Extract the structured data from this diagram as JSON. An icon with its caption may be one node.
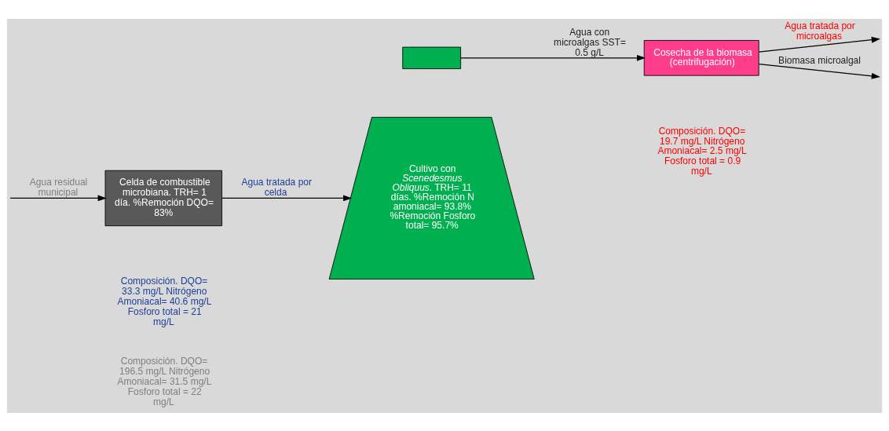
{
  "diagram": {
    "nodes": [
      {
        "text": [
          "Celda de combustible microbiana. TRH= 1 día. %Remoción DQO= 83%"
        ]
      },
      {
        "text": [],
        "shape": "box"
      },
      {
        "text": [
          "Cultivo con *Scenedesmus Obliquus*. TRH= 11 días. %Remoción N amoniacal= 93.8% %Remoción Fosforo total= 95.7%"
        ]
      },
      {
        "text": [
          "Cosecha de la biomasa (centrifugación)"
        ]
      }
    ],
    "edges": [
      {
        "from": null,
        "to": 0,
        "arrow": "to",
        "label": "Agua residual municipal"
      },
      {
        "from": 0,
        "to": 2,
        "arrow": "to",
        "label": "Agua tratada por celda"
      },
      {
        "from": 1,
        "to": 3,
        "arrow": "to",
        "label": "Agua con microalgas SST= 0.5 g/L"
      },
      {
        "from": 3,
        "to": null,
        "arrow": "to",
        "label": "Agua tratada por microalgas"
      },
      {
        "from": 3,
        "to": null,
        "arrow": "to",
        "label": "Biomasa microalgal"
      }
    ],
    "labels": [
      "Composición. DQO= 196.5 mg/L Nitrógeno Amoniacal= 31.5 mg/L Fosforo total = 22 mg/L",
      "Composición. DQO=  33.3 mg/L Nitrógeno Amoniacal= 40.6 mg/L Fosforo total = 21 mg/L",
      "Composición. DQO= 19.7 mg/L Nitrógeno Amoniacal= 2.5 mg/L Fosforo total = 0.9 mg/L"
    ]
  }
}
